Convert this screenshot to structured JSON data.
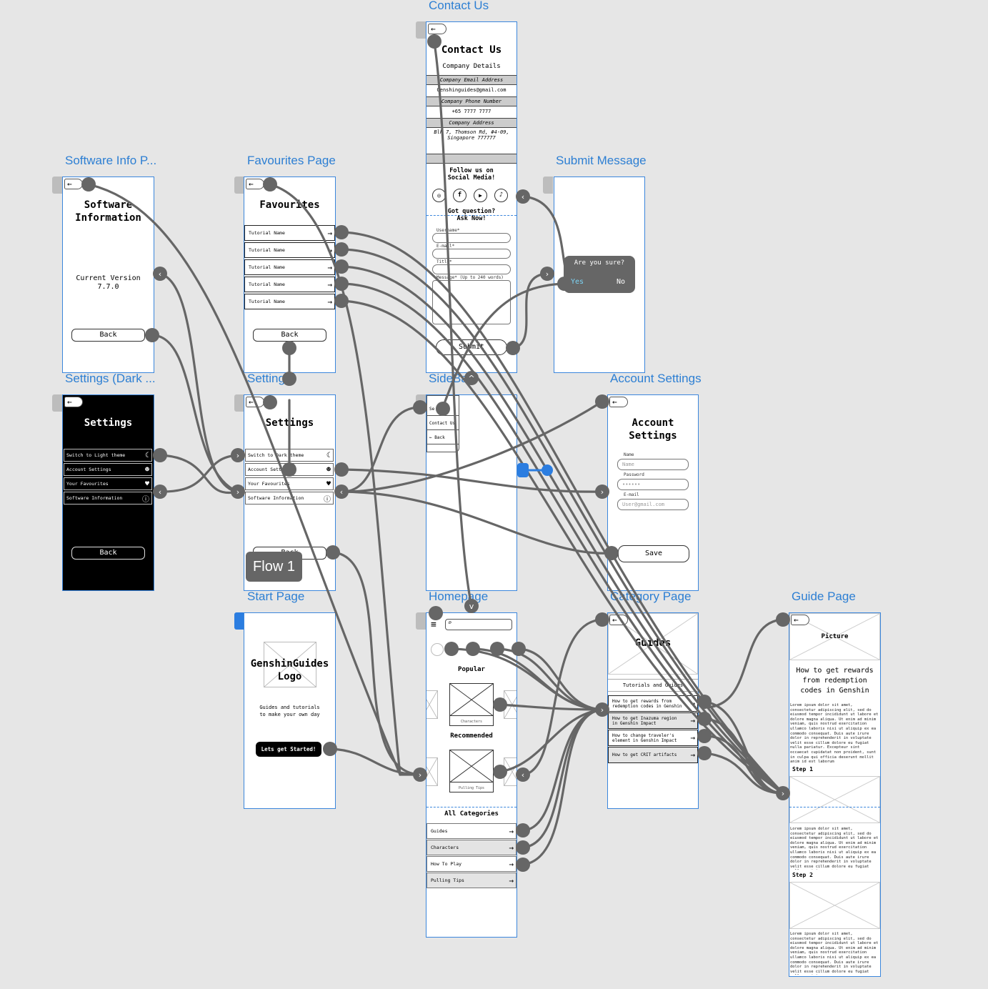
{
  "frames": {
    "contact_us": {
      "title": "Contact Us",
      "heading": "Contact Us",
      "subheading": "Company Details",
      "email_label": "Company Email Address",
      "email_value": "Genshinguides@gmail.com",
      "phone_label": "Company Phone Number",
      "phone_value": "+65 7777 7777",
      "address_label": "Company Address",
      "address_value": "Blk 7, Thomson Rd, #4-09, Singapore 777777",
      "social_heading": "Follow us on Social Media!",
      "question_heading": "Got question? Ask Now!",
      "username_label": "Username*",
      "email_field_label": "E-mail*",
      "title_label": "Title*",
      "message_label": "Message* (Up to 240 words)",
      "submit_label": "Submit"
    },
    "software_info": {
      "title": "Software Info P...",
      "heading": "Software Information",
      "version_label": "Current Version",
      "version_value": "7.7.0",
      "back_label": "Back"
    },
    "favourites": {
      "title": "Favourites Page",
      "heading": "Favourites",
      "items": [
        "Tutorial Name",
        "Tutorial Name",
        "Tutorial Name",
        "Tutorial Name",
        "Tutorial Name"
      ],
      "back_label": "Back"
    },
    "submit_message": {
      "title": "Submit Message",
      "dialog_text": "Are you sure?",
      "yes_label": "Yes",
      "no_label": "No"
    },
    "settings_dark": {
      "title": "Settings (Dark ...",
      "heading": "Settings",
      "items": [
        "Switch to Light theme",
        "Account Settings",
        "Your Favourites",
        "Software Information"
      ],
      "back_label": "Back"
    },
    "settings": {
      "title": "Setting",
      "heading": "Settings",
      "items": [
        "Switch to Dark theme",
        "Account Sett",
        "Your Favourites",
        "Software Information"
      ],
      "back_label": "Back"
    },
    "sidebar": {
      "title": "SideBa",
      "items": [
        "Se",
        "Contact Us",
        "Back"
      ]
    },
    "account_settings": {
      "title": "Account Settings",
      "heading": "Account Settings",
      "name_label": "Name",
      "name_placeholder": "Name",
      "password_label": "Password",
      "password_placeholder": "••••••",
      "email_label": "E-mail",
      "email_placeholder": "User@gmail.com",
      "save_label": "Save"
    },
    "start_page": {
      "title": "Start Page",
      "logo_text": "GenshinGuides Logo",
      "tagline": "Guides and tutorials to make your own day",
      "cta_label": "Lets get Started!"
    },
    "homepage": {
      "title": "Homepage",
      "popular_label": "Popular",
      "popular_caption": "Characters",
      "recommended_label": "Recommended",
      "recommended_caption": "Pulling Tips",
      "categories_heading": "All Categories",
      "categories": [
        "Guides",
        "Characters",
        "How To Play",
        "Pulling Tips"
      ]
    },
    "category_page": {
      "title": "Category Page",
      "heading": "Guides",
      "subheading": "Tutorials and Guides",
      "items": [
        "How to get rewards from redemption codes in Genshin",
        "How to get Inazuma region in Genshin Impact",
        "How to change traveler's element in Genshin Impact",
        "How to get CRIT artifacts"
      ]
    },
    "guide_page": {
      "title": "Guide Page",
      "picture_label": "Picture",
      "heading": "How to get rewards from redemption codes in Genshin",
      "lorem_1": "Lorem ipsum dolor sit amet, consectetur adipiscing elit, sed do eiusmod tempor incididunt ut labore et dolore magna aliqua. Ut enim ad minim veniam, quis nostrud exercitation ullamco laboris nisi ut aliquip ex ea commodo consequat. Duis aute irure dolor in reprehenderit in voluptate velit esse cillum dolore eu fugiat nulla pariatur. Excepteur sint occaecat cupidatat non proident, sunt in culpa qui officia deserunt mollit anim id est laborum",
      "step1_label": "Step 1",
      "lorem_2": "Lorem ipsum dolor sit amet, consectetur adipiscing elit, sed do eiusmod tempor incididunt ut labore et dolore magna aliqua. Ut enim ad minim veniam, quis nostrud exercitation ullamco laboris nisi ut aliquip ex ea commodo consequat. Duis aute irure dolor in reprehenderit in voluptate velit esse cillum dolore eu fugiat nulla pariatur.",
      "step2_label": "Step 2",
      "lorem_3": "Lorem ipsum dolor sit amet, consectetur adipiscing elit, sed do eiusmod tempor incididunt ut labore et dolore magna aliqua. Ut enim ad minim veniam, quis nostrud exercitation ullamco laboris nisi ut aliquip ex ea commodo consequat. Duis aute irure dolor in reprehenderit in voluptate velit esse cillum dolore eu fugiat nulla pariatur."
    }
  },
  "flow_tag": "Flow 1",
  "colors": {
    "canvas": "#e6e6e6",
    "frame_border": "#3b86dc",
    "title": "#2d7fd3",
    "wire": "#666666",
    "start_marker": "#2b7de0"
  }
}
